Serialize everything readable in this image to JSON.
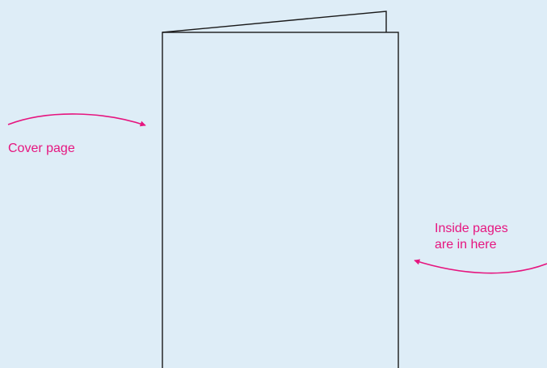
{
  "colors": {
    "background": "#deedf7",
    "outline": "#1a1a1a",
    "accent": "#e6157f"
  },
  "labels": {
    "cover": "Cover page",
    "inside_line1": "Inside pages",
    "inside_line2": "are in here"
  }
}
